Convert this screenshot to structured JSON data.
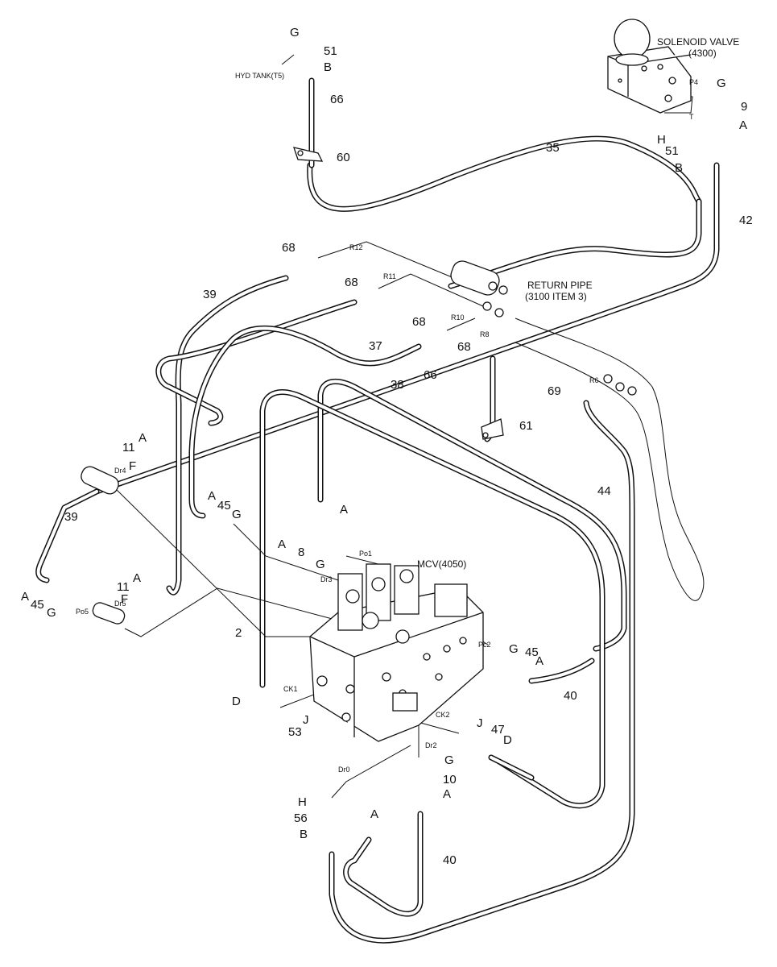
{
  "titles": {
    "solenoid": "SOLENOID VALVE",
    "solenoid_id": "(4300)",
    "return_pipe": "RETURN PIPE",
    "return_pipe_ref": "(3100 ITEM 3)",
    "mcv": "MCV(4050)",
    "hyd_tank": "HYD TANK(T5)"
  },
  "callouts": {
    "G": "G",
    "A": "A",
    "B": "B",
    "D": "D",
    "F": "F",
    "H": "H",
    "J": "J",
    "n2": "2",
    "n8": "8",
    "n9": "9",
    "n10": "10",
    "n11": "11",
    "n35": "35",
    "n37": "37",
    "n38": "38",
    "n39": "39",
    "n40": "40",
    "n42": "42",
    "n44": "44",
    "n45": "45",
    "n47": "47",
    "n51": "51",
    "n53": "53",
    "n56": "56",
    "n60": "60",
    "n61": "61",
    "n66": "66",
    "n68": "68",
    "n69": "69"
  },
  "ports": {
    "P4": "P4",
    "T": "T",
    "R12": "R12",
    "R11": "R11",
    "R10": "R10",
    "R8": "R8",
    "R6": "R6",
    "Dr4": "Dr4",
    "Dr5": "Dr5",
    "Dr3": "Dr3",
    "Po1": "Po1",
    "Po5": "Po5",
    "Pc2": "Pc2",
    "CK1": "CK1",
    "CK2": "CK2",
    "Dr2": "Dr2",
    "Dr0": "Dr0"
  }
}
